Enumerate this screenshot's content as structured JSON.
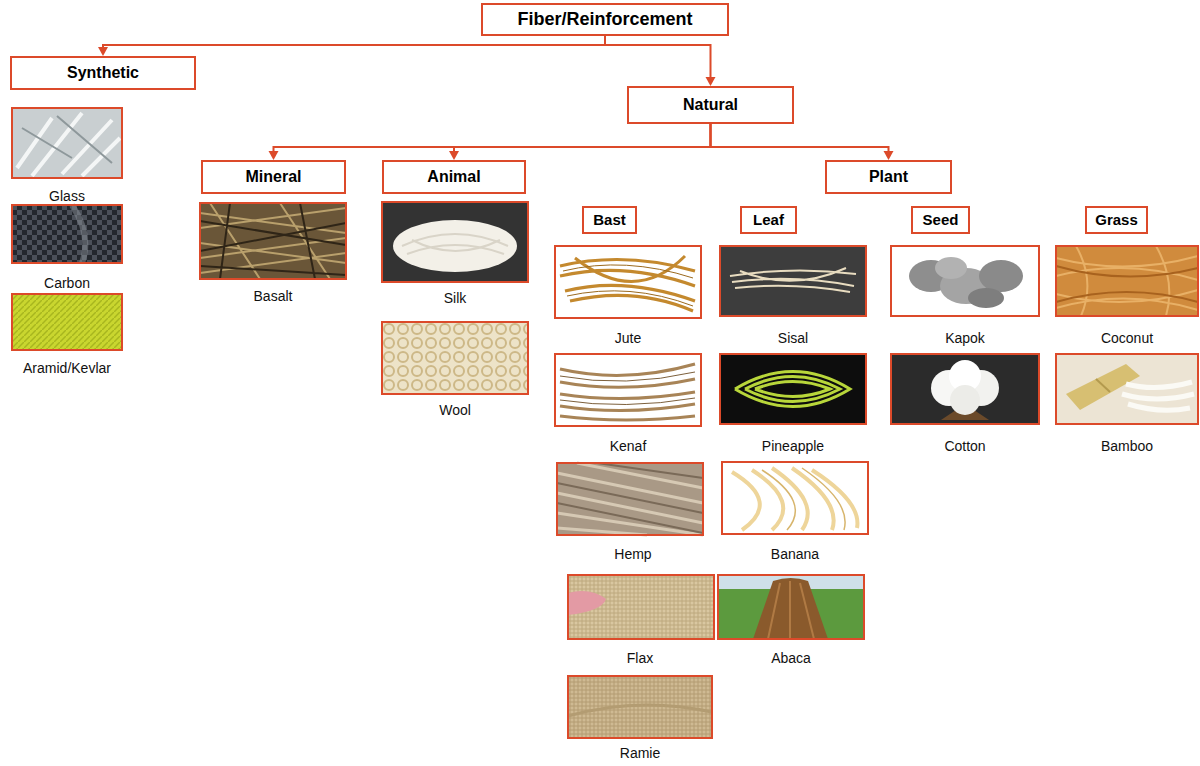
{
  "diagram": {
    "nodes": [
      {
        "text": [
          "Fiber/Reinforcement"
        ]
      },
      {
        "text": [
          "Synthetic"
        ]
      },
      {
        "text": [
          "Natural"
        ]
      },
      {
        "text": [
          "Mineral"
        ]
      },
      {
        "text": [
          "Animal"
        ]
      },
      {
        "text": [
          "Plant"
        ]
      },
      {
        "text": [
          "Bast"
        ]
      },
      {
        "text": [
          "Leaf"
        ]
      },
      {
        "text": [
          "Seed"
        ]
      },
      {
        "text": [
          "Grass"
        ]
      }
    ],
    "edges": [
      {
        "from": 0,
        "to": 1,
        "arrow": "to"
      },
      {
        "from": 0,
        "to": 2,
        "arrow": "to"
      },
      {
        "from": 2,
        "to": 3,
        "arrow": "to"
      },
      {
        "from": 2,
        "to": 4,
        "arrow": "to"
      },
      {
        "from": 2,
        "to": 5,
        "arrow": "to"
      }
    ],
    "labels": [
      "Glass",
      "Carbon",
      "Aramid/Kevlar",
      "Basalt",
      "Silk",
      "Wool",
      "Jute",
      "Kenaf",
      "Hemp",
      "Flax",
      "Ramie",
      "Sisal",
      "Pineapple",
      "Banana",
      "Abaca",
      "Kapok",
      "Cotton",
      "Coconut",
      "Bamboo"
    ]
  }
}
